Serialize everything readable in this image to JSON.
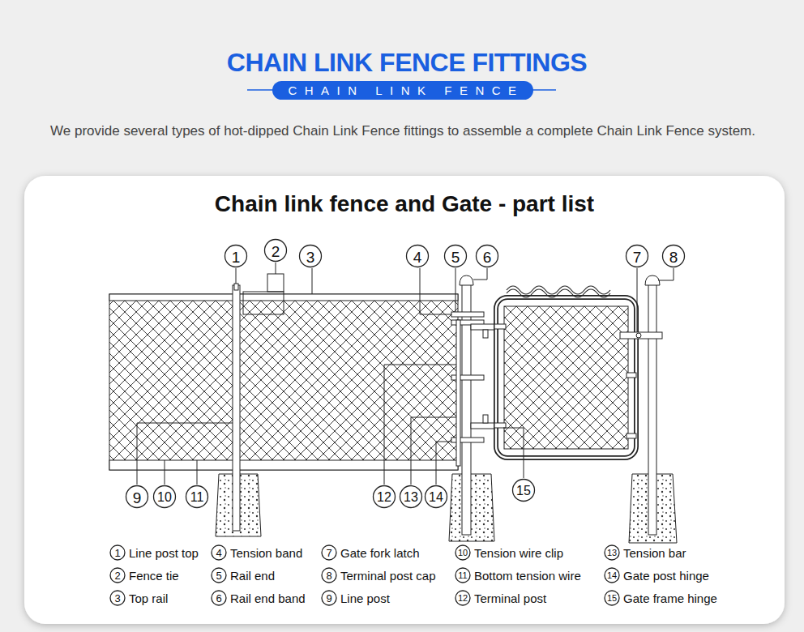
{
  "diagram": {
    "title": "CHAIN LINK FENCE FITTINGS",
    "caption": "We provide several types of hot-dipped Chain Link Fence fittings to assemble a complete Chain Link Fence system.",
    "nodes": [
      {
        "text": [
          "CHAIN LINK FENCE"
        ]
      },
      {
        "text": [
          "Chain link fence and Gate - part list"
        ]
      }
    ],
    "labels": [
      "1",
      "2",
      "3",
      "4",
      "5",
      "6",
      "7",
      "8",
      "9",
      "10",
      "11",
      "12",
      "13",
      "14",
      "15",
      "1",
      "Line post top",
      "2",
      "Fence tie",
      "3",
      "Top rail",
      "4",
      "Tension band",
      "5",
      "Rail end",
      "6",
      "Rail end band",
      "7",
      "Gate fork latch",
      "8",
      "Terminal post cap",
      "9",
      "Line post",
      "10",
      "Tension wire clip",
      "11",
      "Bottom tension wire",
      "12",
      "Terminal post",
      "13",
      "Tension bar",
      "14",
      "Gate post hinge",
      "15",
      "Gate frame hinge"
    ]
  }
}
